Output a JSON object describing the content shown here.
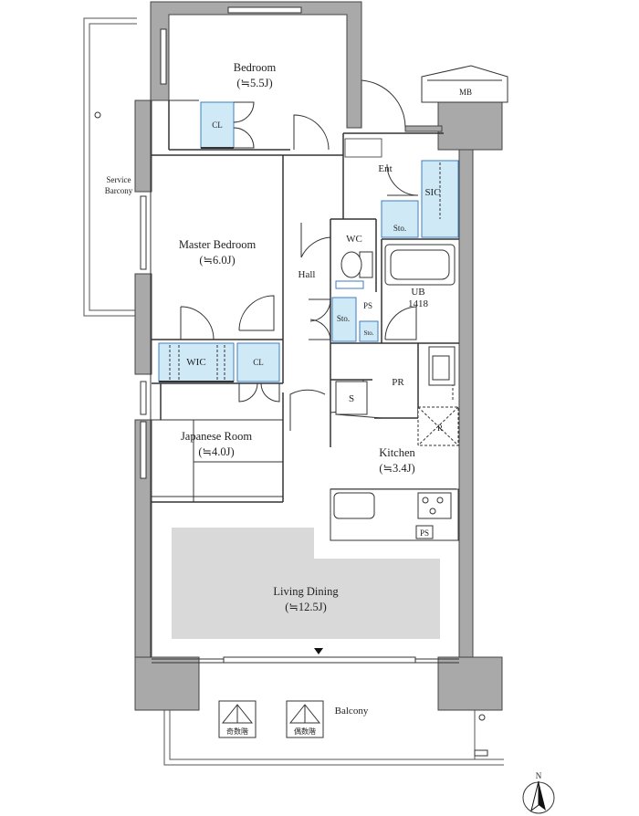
{
  "rooms": {
    "bedroom": {
      "name": "Bedroom",
      "size": "(≒5.5J)"
    },
    "master_bedroom": {
      "name": "Master Bedroom",
      "size": "(≒6.0J)"
    },
    "japanese_room": {
      "name": "Japanese Room",
      "size": "(≒4.0J)"
    },
    "living_dining": {
      "name": "Living Dining",
      "size": "(≒12.5J)"
    },
    "kitchen": {
      "name": "Kitchen",
      "size": "(≒3.4J)"
    },
    "hall": {
      "name": "Hall"
    },
    "entrance": {
      "name": "Ent"
    },
    "wc": {
      "name": "WC"
    },
    "unit_bath": {
      "name": "UB",
      "size": "1418"
    },
    "powder_room": {
      "name": "PR"
    },
    "service_balcony": {
      "line1": "Service",
      "line2": "Barcony"
    },
    "balcony": {
      "name": "Balcony"
    }
  },
  "storage": {
    "cl_bedroom": "CL",
    "cl_japanese": "CL",
    "wic": "WIC",
    "sic": "SIC",
    "sto_entrance": "Sto.",
    "sto_hall": "Sto.",
    "sto_small": "Sto."
  },
  "fixtures": {
    "ps_hall": "PS",
    "ps_kitchen": "PS",
    "mb": "MB",
    "shower": "S",
    "refrigerator": "R"
  },
  "evacuation": {
    "odd": "奇数階",
    "even": "偶数階"
  },
  "compass": {
    "north": "N"
  },
  "colors": {
    "wall": "#a9a9a9",
    "line": "#333333",
    "storage_fill": "#cfe9f7",
    "storage_stroke": "#3b7ec0",
    "living_fill": "#d9d9d9"
  }
}
